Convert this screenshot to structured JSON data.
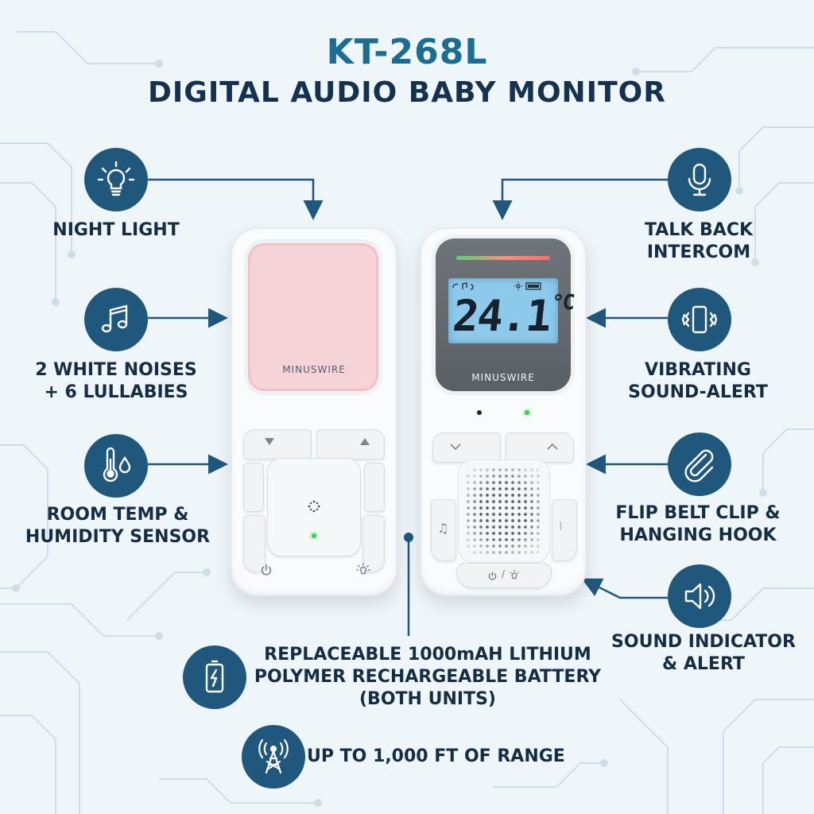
{
  "header": {
    "model": "KT-268L",
    "product": "DIGITAL AUDIO BABY MONITOR"
  },
  "features_left": [
    {
      "icon": "lightbulb-icon",
      "label_lines": [
        "NIGHT LIGHT"
      ]
    },
    {
      "icon": "music-note-icon",
      "label_lines": [
        "2 WHITE NOISES",
        "+ 6 LULLABIES"
      ]
    },
    {
      "icon": "thermometer-humidity-icon",
      "label_lines": [
        "ROOM TEMP &",
        "HUMIDITY SENSOR"
      ]
    }
  ],
  "features_right": [
    {
      "icon": "microphone-icon",
      "label_lines": [
        "TALK BACK",
        "INTERCOM"
      ]
    },
    {
      "icon": "vibrating-phone-icon",
      "label_lines": [
        "VIBRATING",
        "SOUND-ALERT"
      ]
    },
    {
      "icon": "paperclip-icon",
      "label_lines": [
        "FLIP BELT CLIP &",
        "HANGING HOOK"
      ]
    },
    {
      "icon": "speaker-icon",
      "label_lines": [
        "SOUND INDICATOR",
        "& ALERT"
      ]
    }
  ],
  "features_bottom": [
    {
      "icon": "battery-icon",
      "label_lines": [
        "REPLACEABLE 1000mAH LITHIUM",
        "POLYMER RECHARGEABLE BATTERY",
        "(BOTH UNITS)"
      ]
    },
    {
      "icon": "antenna-icon",
      "label_lines": [
        "UP TO 1,000 FT OF RANGE"
      ]
    }
  ],
  "baby_unit": {
    "brand": "MINUSWIRE",
    "light_color": "#f6d3d6"
  },
  "parent_unit": {
    "brand": "MINUSWIRE",
    "display_temp": "24.1",
    "display_unit": "°C",
    "lcd_color": "#8cc9ea"
  },
  "colors": {
    "icon_bg": "#20587d",
    "title_accent": "#1c6d93",
    "text_dark": "#152c45"
  }
}
